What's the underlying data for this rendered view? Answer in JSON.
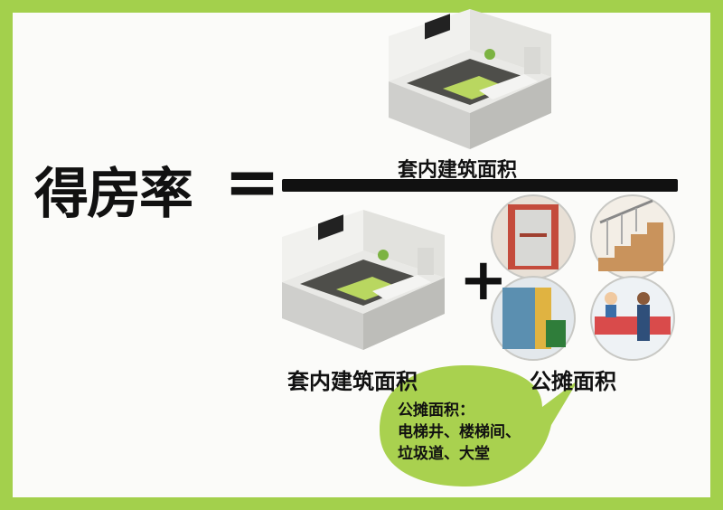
{
  "formula": {
    "lhs": "得房率",
    "equals": "=",
    "numerator_label": "套内建筑面积",
    "denominator_label_1": "套内建筑面积",
    "plus": "+",
    "denominator_label_2": "公摊面积"
  },
  "callout": {
    "line1": "公摊面积：",
    "line2": "电梯井、楼梯间、",
    "line3": "垃圾道、大堂"
  },
  "colors": {
    "border": "#a3d04c",
    "background": "#fbfbf9",
    "bubble": "#a9d14f",
    "text": "#111111"
  }
}
